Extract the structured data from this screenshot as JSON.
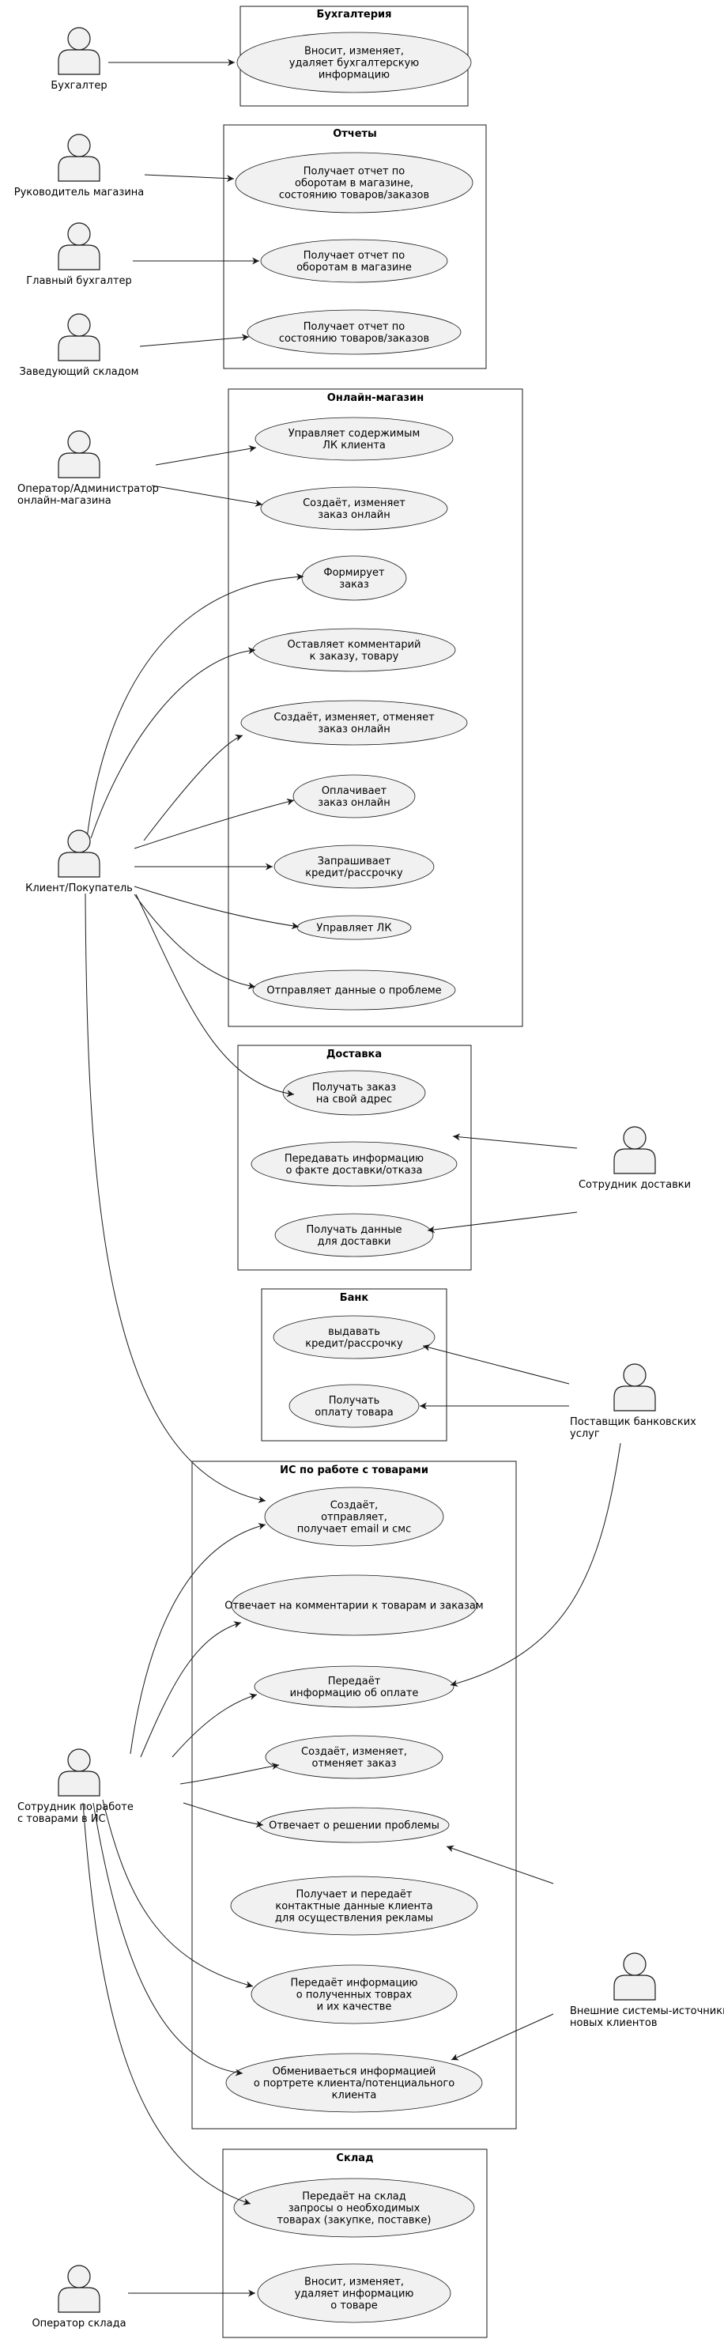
{
  "packages": [
    {
      "id": "acc",
      "title": "Бухгалтерия"
    },
    {
      "id": "rep",
      "title": "Отчеты"
    },
    {
      "id": "shop",
      "title": "Онлайн-магазин"
    },
    {
      "id": "del",
      "title": "Доставка"
    },
    {
      "id": "bank",
      "title": "Банк"
    },
    {
      "id": "is",
      "title": "ИС по работе с товарами"
    },
    {
      "id": "wh",
      "title": "Склад"
    }
  ],
  "actors": [
    {
      "id": "buh",
      "label": [
        "Бухгалтер"
      ]
    },
    {
      "id": "head",
      "label": [
        "Руководитель магазина"
      ]
    },
    {
      "id": "chief",
      "label": [
        "Главный бухгалтер"
      ]
    },
    {
      "id": "store",
      "label": [
        "Заведующий складом"
      ]
    },
    {
      "id": "oper",
      "label": [
        "Оператор/Администратор",
        "онлайн-магазина"
      ]
    },
    {
      "id": "client",
      "label": [
        "Клиент/Покупатель"
      ]
    },
    {
      "id": "courier",
      "label": [
        "Сотрудник доставки"
      ]
    },
    {
      "id": "bankprov",
      "label": [
        "Поставщик банковских",
        "услуг"
      ]
    },
    {
      "id": "isemp",
      "label": [
        "Сотрудник по работе",
        "с товарами в ИС"
      ]
    },
    {
      "id": "ext",
      "label": [
        "Внешние системы-источники",
        "новых клиентов"
      ]
    },
    {
      "id": "whop",
      "label": [
        "Оператор склада"
      ]
    }
  ],
  "usecases": [
    {
      "id": "u1",
      "lines": [
        "Вносит, изменяет,",
        "удаляет бухгалтерскую",
        "информацию"
      ]
    },
    {
      "id": "u2",
      "lines": [
        "Получает отчет по",
        "оборотам в магазине,",
        "состоянию товаров/заказов"
      ]
    },
    {
      "id": "u3",
      "lines": [
        "Получает отчет по",
        "оборотам в магазине"
      ]
    },
    {
      "id": "u4",
      "lines": [
        "Получает отчет по",
        "состоянию товаров/заказов"
      ]
    },
    {
      "id": "u5",
      "lines": [
        "Управляет содержимым",
        "ЛК клиента"
      ]
    },
    {
      "id": "u6",
      "lines": [
        "Создаёт, изменяет",
        "заказ онлайн"
      ]
    },
    {
      "id": "u7",
      "lines": [
        "Формирует",
        "заказ"
      ]
    },
    {
      "id": "u8",
      "lines": [
        "Оставляет комментарий",
        "к заказу, товару"
      ]
    },
    {
      "id": "u9",
      "lines": [
        "Создаёт, изменяет, отменяет",
        "заказ онлайн"
      ]
    },
    {
      "id": "u10",
      "lines": [
        "Оплачивает",
        "заказ онлайн"
      ]
    },
    {
      "id": "u11",
      "lines": [
        "Запрашивает",
        "кредит/рассрочку"
      ]
    },
    {
      "id": "u12",
      "lines": [
        "Управляет ЛК"
      ]
    },
    {
      "id": "u13",
      "lines": [
        "Отправляет данные о проблеме"
      ]
    },
    {
      "id": "u14",
      "lines": [
        "Получать заказ",
        "на свой адрес"
      ]
    },
    {
      "id": "u15",
      "lines": [
        "Передавать информацию",
        "о факте доставки/отказа"
      ]
    },
    {
      "id": "u16",
      "lines": [
        "Получать данные",
        "для доставки"
      ]
    },
    {
      "id": "u17",
      "lines": [
        "выдавать",
        "кредит/рассрочку"
      ]
    },
    {
      "id": "u18",
      "lines": [
        "Получать",
        "оплату товара"
      ]
    },
    {
      "id": "u19",
      "lines": [
        "Создаёт,",
        "отправляет,",
        "получает email и смс"
      ]
    },
    {
      "id": "u20",
      "lines": [
        "Отвечает на комментарии к товарам и заказам"
      ]
    },
    {
      "id": "u21",
      "lines": [
        "Передаёт",
        "информацию об оплате"
      ]
    },
    {
      "id": "u22",
      "lines": [
        "Создаёт, изменяет,",
        "отменяет заказ"
      ]
    },
    {
      "id": "u23",
      "lines": [
        "Отвечает о решении проблемы"
      ]
    },
    {
      "id": "u24",
      "lines": [
        "Получает и передаёт",
        "контактные данные клиента",
        "для осуществления рекламы"
      ]
    },
    {
      "id": "u25",
      "lines": [
        "Передаёт информацию",
        "о полученных товрах",
        "и их качестве"
      ]
    },
    {
      "id": "u26",
      "lines": [
        "Обмениваеться информацией",
        "о портрете клиента/потенциального",
        "клиента"
      ]
    },
    {
      "id": "u27",
      "lines": [
        "Передаёт на склад",
        "запросы о необходимых",
        "товарах (закупке, поставке)"
      ]
    },
    {
      "id": "u28",
      "lines": [
        "Вносит, изменяет,",
        "удаляет информацию",
        "о товаре"
      ]
    }
  ]
}
